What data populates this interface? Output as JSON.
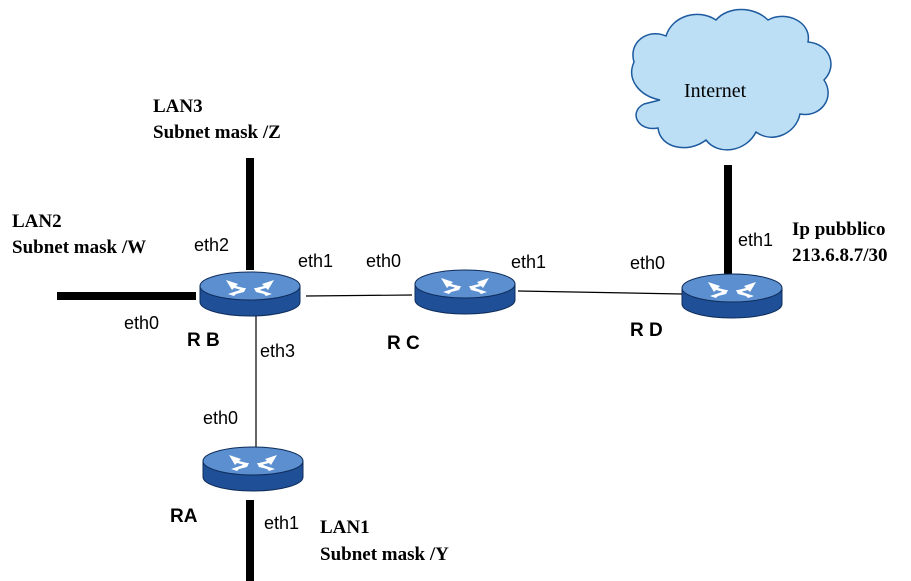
{
  "colors": {
    "router_top": "#5b8fd0",
    "router_side": "#1f4f96",
    "cloud_fill": "#bcdff5",
    "cloud_stroke": "#1d5a9e",
    "line": "#000000"
  },
  "routers": {
    "rb": {
      "name": "R B",
      "icon": "router-icon"
    },
    "rc": {
      "name": "R C",
      "icon": "router-icon"
    },
    "rd": {
      "name": "R D",
      "icon": "router-icon"
    },
    "ra": {
      "name": "RA",
      "icon": "router-icon"
    }
  },
  "cloud": {
    "label": "Internet",
    "icon": "cloud-icon"
  },
  "lans": {
    "lan1": {
      "title": "LAN1",
      "mask": "Subnet mask /Y"
    },
    "lan2": {
      "title": "LAN2",
      "mask": "Subnet mask /W"
    },
    "lan3": {
      "title": "LAN3",
      "mask": "Subnet mask /Z"
    }
  },
  "public_ip": {
    "title": "Ip pubblico",
    "address": "213.6.8.7/30"
  },
  "ports": {
    "rb_eth0": "eth0",
    "rb_eth1": "eth1",
    "rb_eth2": "eth2",
    "rb_eth3": "eth3",
    "rc_eth0": "eth0",
    "rc_eth1": "eth1",
    "rd_eth0": "eth0",
    "rd_eth1": "eth1",
    "ra_eth0": "eth0",
    "ra_eth1": "eth1"
  }
}
